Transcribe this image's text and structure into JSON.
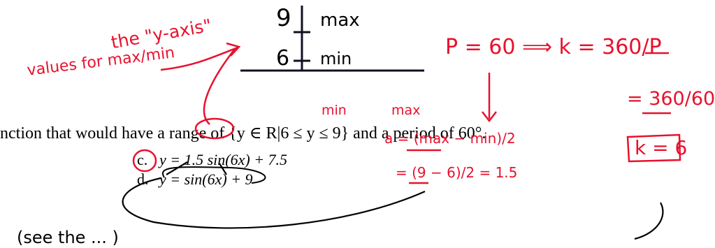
{
  "document": {
    "question_text": "nction that would have a range of {y ∈ R|6 ≤ y ≤ 9} and a period of 60°.",
    "options": [
      {
        "letter": "c.",
        "text": "y = 1.5 sin(6x) + 7.5"
      },
      {
        "letter": "d.",
        "text": "y = sin(6x) + 9"
      }
    ]
  },
  "handwriting": {
    "axis_label": "the \"y-axis\"",
    "values_note": "values for max/min",
    "axis_top_value": "9",
    "axis_top_label": "max",
    "axis_bottom_value": "6",
    "axis_bottom_label": "min",
    "range_min_label": "min",
    "range_max_label": "max",
    "period_equation": "P = 60 ⟹ k = 360/P",
    "period_step": "= 360/60",
    "k_result": "k = 6",
    "a_formula": "a = (max − min)/2",
    "a_substitution": "= (9 − 6)/2 = 1.5",
    "bottom_note": "(see the ... )"
  },
  "colors": {
    "ink_red": "#e8112d",
    "ink_black": "#000000",
    "print": "#000000"
  }
}
